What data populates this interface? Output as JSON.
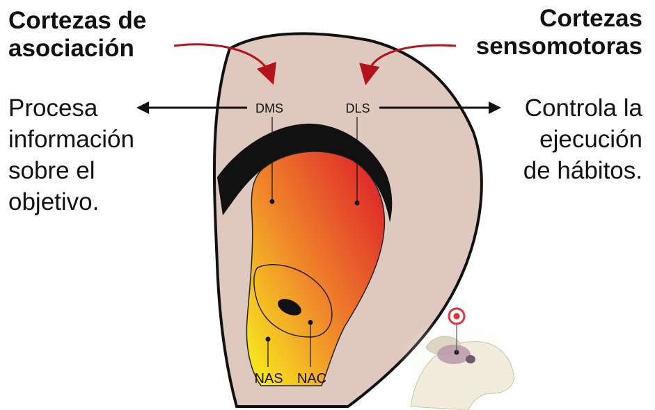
{
  "left_heading": {
    "line1": "Cortezas de",
    "line2": "asociación"
  },
  "right_heading": {
    "line1": "Cortezas",
    "line2": "sensomotoras"
  },
  "left_description": {
    "line1": "Procesa",
    "line2": "información",
    "line3": "sobre el",
    "line4": "objetivo."
  },
  "right_description": {
    "line1": "Controla la",
    "line2": "ejecución",
    "line3": "de hábitos."
  },
  "region_labels": {
    "dms": "DMS",
    "dls": "DLS",
    "nas": "NAS",
    "nac": "NAC"
  },
  "colors": {
    "tissue": "#dfc8bd",
    "outline": "#111111",
    "arrow_red": "#b3141b",
    "gradient_yellow": "#f7e21f",
    "gradient_orange": "#f08a2a",
    "gradient_red": "#e0302a",
    "target_red": "#e3323a"
  },
  "icons": {
    "inset": "rat-brain-target-icon"
  }
}
